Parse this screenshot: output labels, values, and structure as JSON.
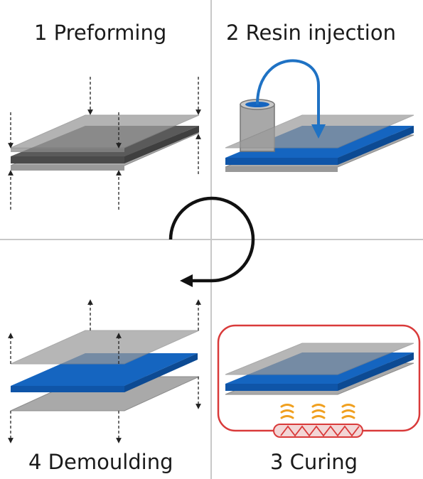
{
  "steps": {
    "step1": "1 Preforming",
    "step2": "2 Resin injection",
    "step3": "3 Curing",
    "step4": "4 Demoulding"
  },
  "colors": {
    "mould_plate": "#a9a9a9",
    "mould_edge": "#8c8c8c",
    "preform_dark": "#5a5a5a",
    "resin_blue": "#1565c0",
    "resin_arrow": "#1f72c4",
    "oven_outline": "#d93a3a",
    "heat_wave": "#f0a020",
    "divider": "#c8c8c8"
  }
}
